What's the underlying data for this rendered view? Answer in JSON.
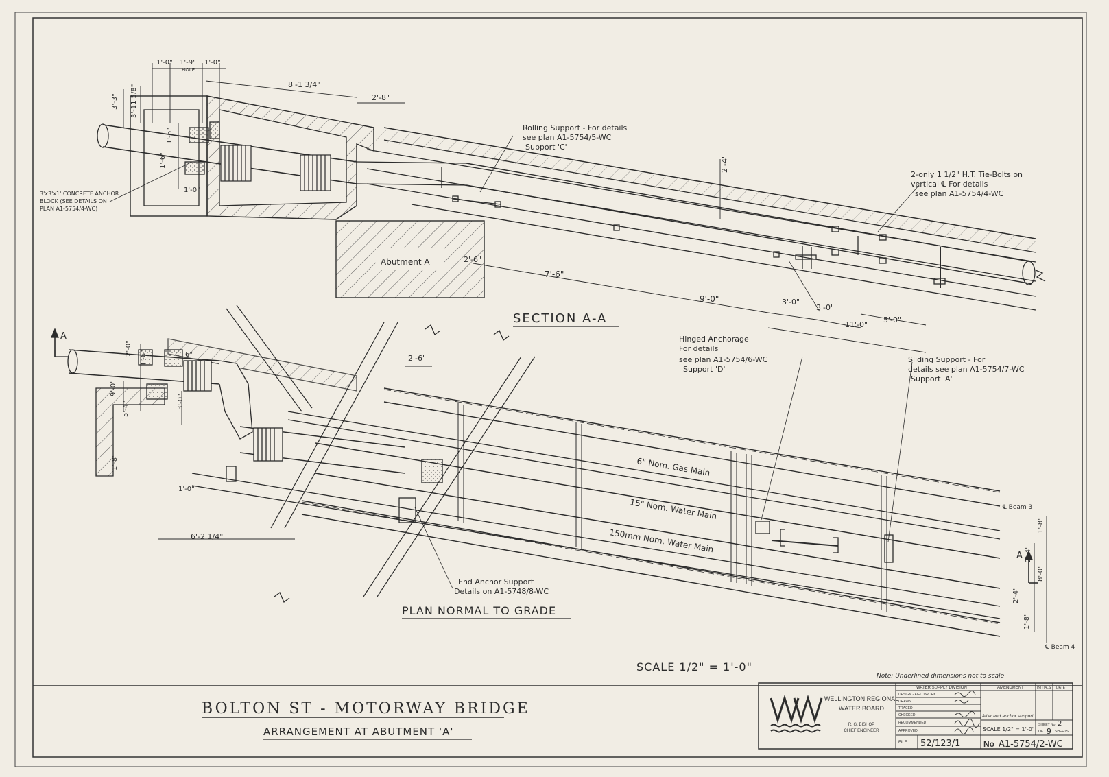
{
  "drawing": {
    "title": "BOLTON ST - MOTORWAY BRIDGE",
    "subtitle": "ARRANGEMENT AT ABUTMENT 'A'",
    "scale_label": "SCALE 1/2\" = 1'-0\"",
    "note": "Note: Underlined dimensions not to scale"
  },
  "section_aa": {
    "heading": "SECTION A-A",
    "abutment_label": "Abutment A",
    "callouts": {
      "rolling_support": [
        "Rolling Support - For details",
        "see plan A1-5754/5-WC",
        "Support 'C'"
      ],
      "tie_bolts": [
        "2-only 1 1/2\" H.T. Tie-Bolts on",
        "vertical ℄ For details",
        "see plan A1-5754/4-WC"
      ],
      "anchor_block": [
        "3'x3'x1' CONCRETE ANCHOR",
        "BLOCK (SEE DETAILS ON",
        "PLAN A1-5754/4-WC)"
      ]
    },
    "dimensions": {
      "d1": "1'-0\"",
      "d2": "1'-9\"",
      "d2_sub": "HOLE",
      "d3": "1'-0\"",
      "d4": "8'-1 3/4\"",
      "d5": "2'-8\"",
      "d6": "3'-3\"",
      "d7": "3'-11 5/8\"",
      "d8": "1'-6\"",
      "d9": "1'-6\"",
      "d10": "1'-0\"",
      "d11": "2'-4\"",
      "d12": "2'-6\"",
      "d13": "7'-6\"",
      "d14": "9'-0\"",
      "d15": "3'-0\"",
      "d16": "3'-0\"",
      "d17": "11'-0\"",
      "d18": "5'-0\""
    }
  },
  "plan": {
    "heading": "PLAN NORMAL TO GRADE",
    "section_marker": "A",
    "section_marker_2": "A",
    "mains": [
      "6\" Nom. Gas Main",
      "15\" Nom. Water Main",
      "150mm Nom. Water Main"
    ],
    "beams": [
      "℄ Beam 3",
      "℄ Beam 4"
    ],
    "callouts": {
      "hinged_anchorage": [
        "Hinged Anchorage",
        "For details",
        "see plan A1-5754/6-WC",
        "Support 'D'"
      ],
      "sliding_support": [
        "Sliding Support - For",
        "details see plan A1-5754/7-WC",
        "Support 'A'"
      ],
      "end_anchor": [
        "End Anchor Support",
        "Details on A1-5748/8-WC"
      ]
    },
    "dimensions": {
      "p1": "2'-0\"",
      "p2": "1'-6\"",
      "p3": "6\"",
      "p4": "9'-0\"",
      "p5": "5'-4\"",
      "p6": "3'-0\"",
      "p7": "2'-6\"",
      "p8": "1'-8\"",
      "p9": "1'-0\"",
      "p10": "6'-2 1/4\"",
      "p11": "1'-8\"",
      "p12": "2'-4\"",
      "p13": "8'-0\"",
      "p14": "2'-4\"",
      "p15": "1'-8\""
    }
  },
  "title_block": {
    "org_line1": "WELLINGTON REGIONAL",
    "org_line2": "WATER BOARD",
    "engineer_name": "R. G. BISHOP",
    "engineer_title": "CHIEF ENGINEER",
    "division": "WATER SUPPLY DIVISION",
    "rows": [
      "DESIGN - FIELD WORK",
      "DRAWN",
      "TRACED",
      "CHECKED",
      "RECOMMENDED",
      "APPROVED"
    ],
    "amendment_header": "AMENDMENT",
    "initials_header": "INITIALS",
    "date_header": "DATE",
    "amendment_note": "Alter end anchor support",
    "scale_text": "SCALE 1/2\" = 1'-0\"",
    "sheet_label": "SHEET No",
    "sheet_no": "2",
    "of_label": "OF",
    "sheets_total": "9",
    "sheets_label": "SHEETS",
    "file_label": "FILE",
    "file_no": "52/123/1",
    "drawing_no_prefix": "No",
    "drawing_no": "A1-5754/2-WC"
  },
  "colors": {
    "paper": "#f1ede4",
    "ink": "#2c2c2c",
    "hatch": "#555555"
  },
  "icons": [
    "wrwb-logo-icon",
    "section-arrow-icon"
  ]
}
